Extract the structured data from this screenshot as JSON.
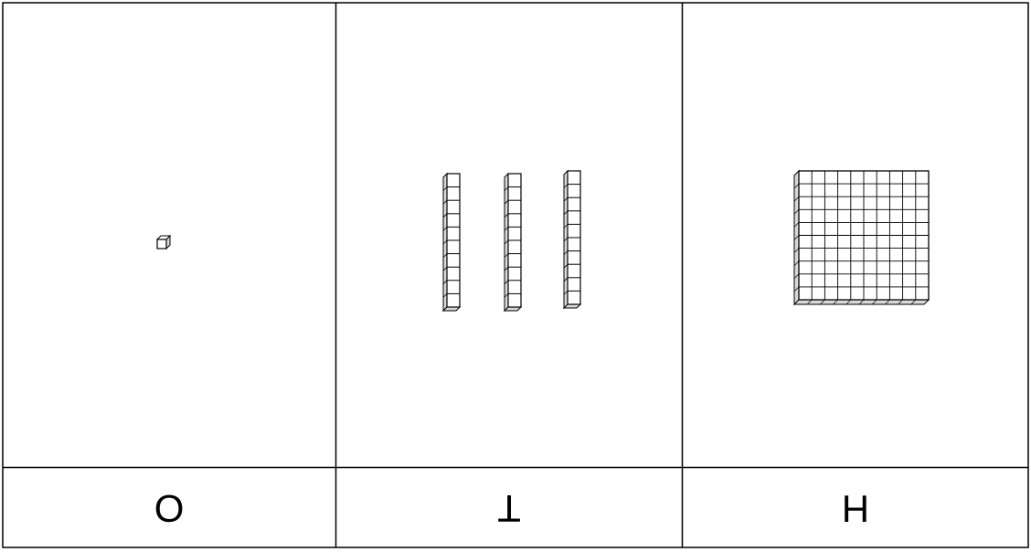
{
  "columns": [
    {
      "key": "ones",
      "label": "O",
      "block_type": "unit-cube",
      "block_count": 1
    },
    {
      "key": "tens",
      "label": "T",
      "block_type": "ten-rod",
      "block_count": 3
    },
    {
      "key": "hundreds",
      "label": "H",
      "block_type": "hundred-flat",
      "block_count": 1
    }
  ],
  "colors": {
    "line": "#000000",
    "block_fill": "#ffffff",
    "block_shade": "#d9d9d9"
  }
}
